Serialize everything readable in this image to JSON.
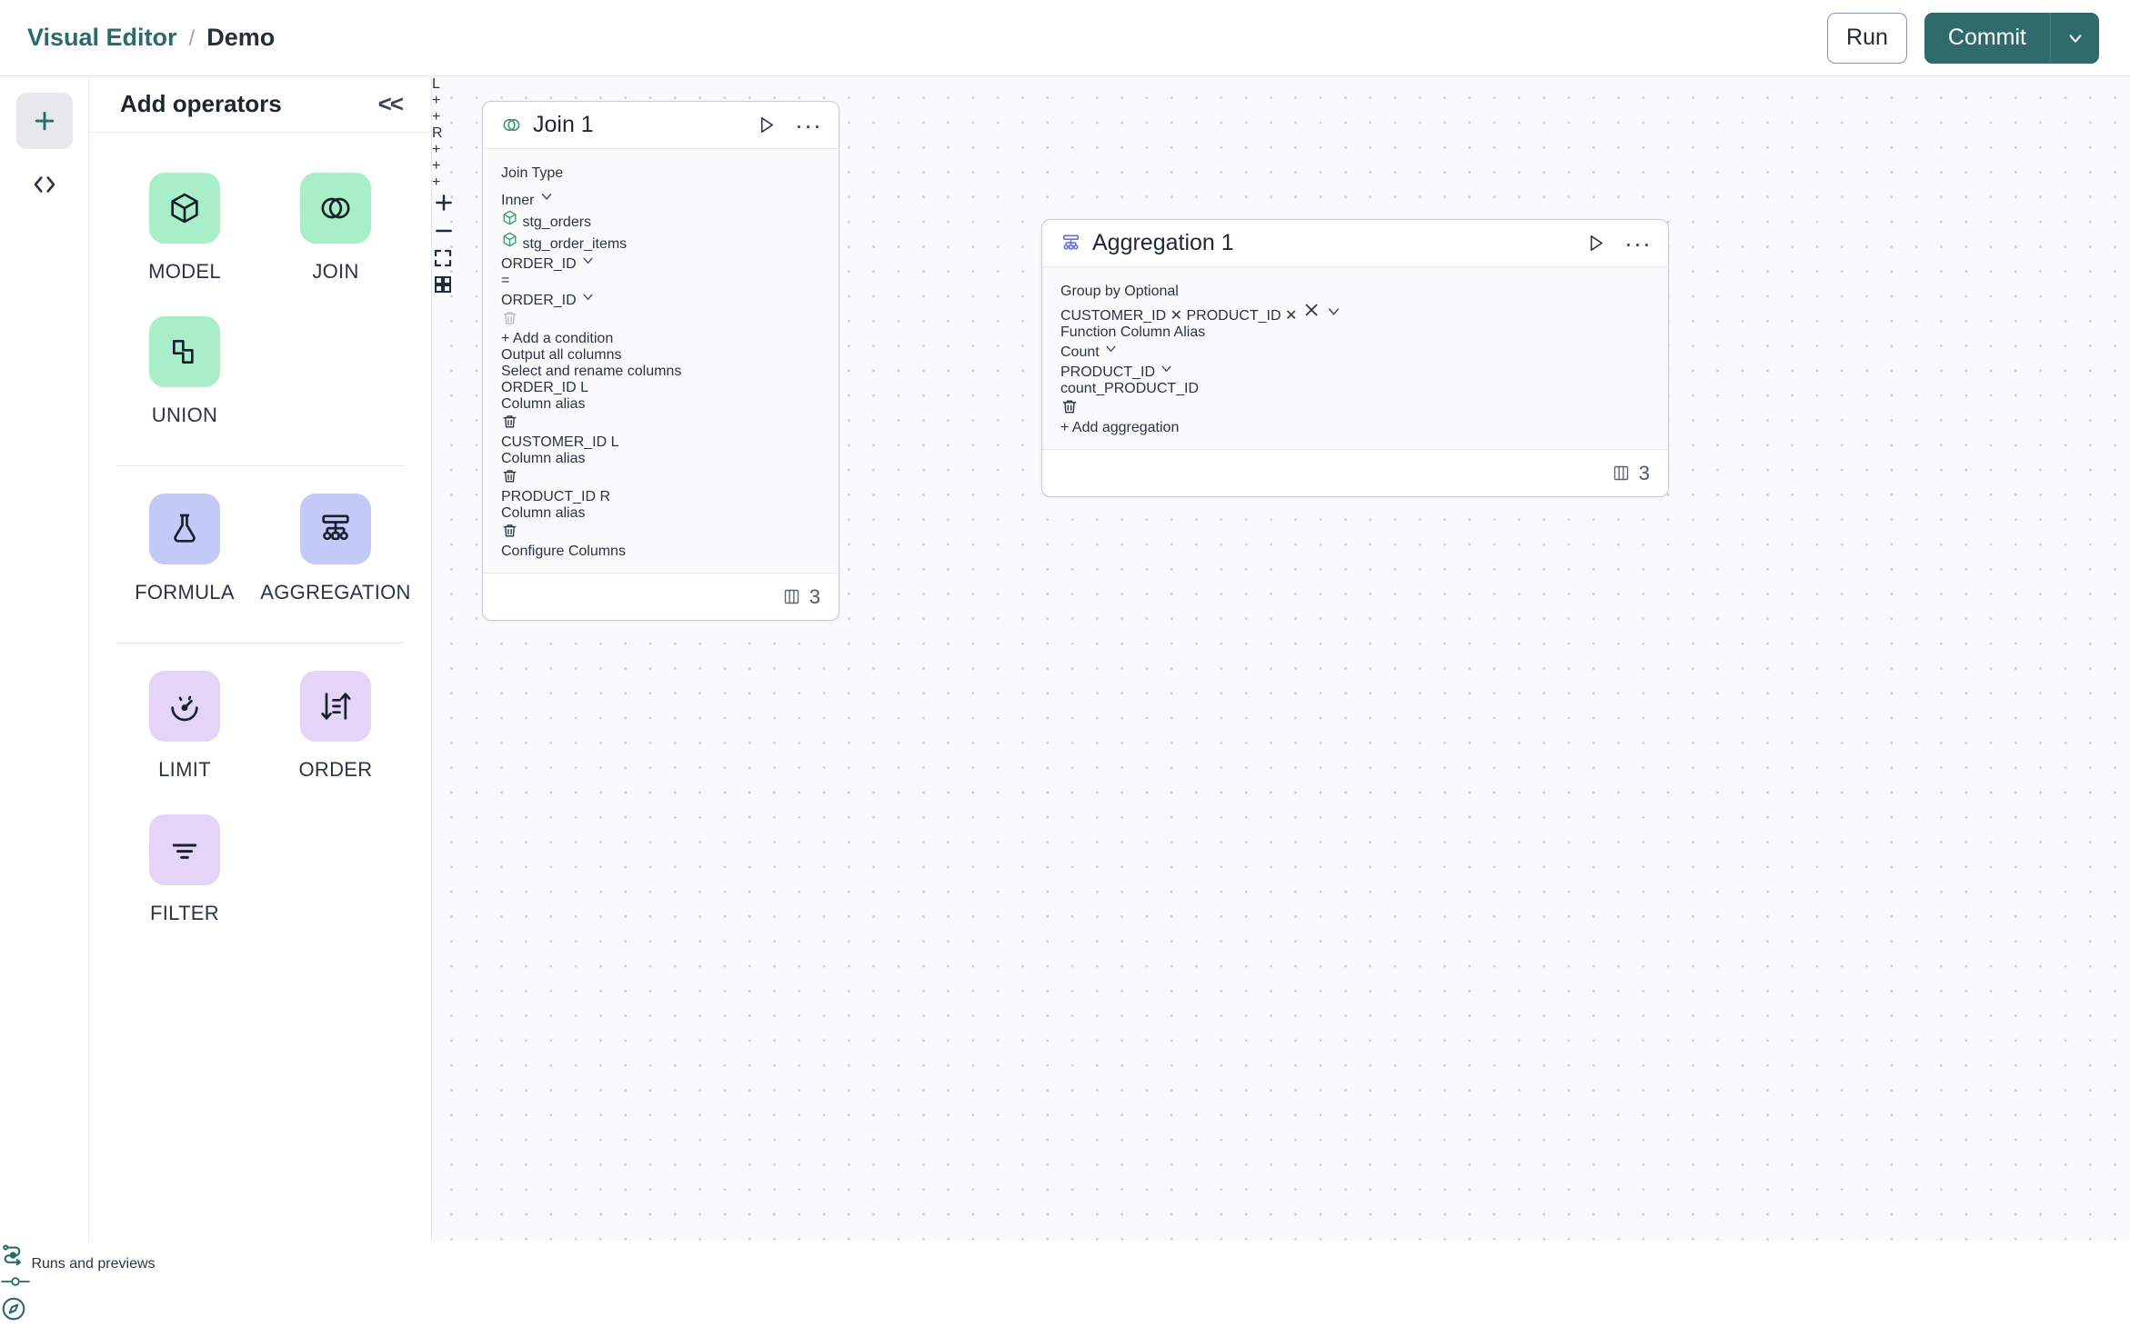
{
  "header": {
    "breadcrumb_root": "Visual Editor",
    "breadcrumb_sep": "/",
    "breadcrumb_leaf": "Demo",
    "run_label": "Run",
    "commit_label": "Commit",
    "accent_teal": "#2f6b6d"
  },
  "rail": {
    "add_icon": "plus-icon",
    "code_icon": "code-icon"
  },
  "operators_panel": {
    "title": "Add operators",
    "collapse_label": "<<",
    "groups": [
      {
        "items": [
          {
            "label": "MODEL",
            "icon": "cube-icon",
            "tone": "green"
          },
          {
            "label": "JOIN",
            "icon": "venn-icon",
            "tone": "green"
          },
          {
            "label": "UNION",
            "icon": "union-shape-icon",
            "tone": "green"
          }
        ]
      },
      {
        "items": [
          {
            "label": "FORMULA",
            "icon": "flask-icon",
            "tone": "blue"
          },
          {
            "label": "AGGREGATION",
            "icon": "aggregation-tree-icon",
            "tone": "blue"
          }
        ]
      },
      {
        "items": [
          {
            "label": "LIMIT",
            "icon": "gauge-icon",
            "tone": "violet"
          },
          {
            "label": "ORDER",
            "icon": "sort-icon",
            "tone": "violet"
          },
          {
            "label": "FILTER",
            "icon": "filter-icon",
            "tone": "violet"
          }
        ]
      }
    ]
  },
  "join_node": {
    "title": "Join 1",
    "icon": "venn-icon",
    "join_type_label": "Join Type",
    "join_type_value": "Inner",
    "left_source": "stg_orders",
    "right_source": "stg_order_items",
    "condition": {
      "left_column": "ORDER_ID",
      "operator": "=",
      "right_column": "ORDER_ID"
    },
    "add_condition_label": "Add a condition",
    "output_all_label": "Output all columns",
    "select_rename_label": "Select and rename columns",
    "selected_option": "select_rename",
    "columns": [
      {
        "name": "ORDER_ID",
        "side": "L",
        "alias_placeholder": "Column alias"
      },
      {
        "name": "CUSTOMER_ID",
        "side": "L",
        "alias_placeholder": "Column alias"
      },
      {
        "name": "PRODUCT_ID",
        "side": "R",
        "alias_placeholder": "Column alias"
      }
    ],
    "configure_columns_label": "Configure Columns",
    "column_count": "3",
    "port_left_label": "L",
    "port_right_label": "R"
  },
  "aggregation_node": {
    "title": "Aggregation 1",
    "icon": "aggregation-tree-icon",
    "group_by_label": "Group by",
    "optional_label": "Optional",
    "group_by_tags": [
      "CUSTOMER_ID",
      "PRODUCT_ID"
    ],
    "headers": {
      "function": "Function",
      "column": "Column",
      "alias": "Alias"
    },
    "aggregations": [
      {
        "function": "Count",
        "column": "PRODUCT_ID",
        "alias": "count_PRODUCT_ID"
      }
    ],
    "add_aggregation_label": "Add aggregation",
    "column_count": "3"
  },
  "canvas_controls": {
    "zoom_in": "plus-icon",
    "zoom_out": "minus-icon",
    "fit_screen": "fit-screen-icon",
    "minimap": "grid-icon"
  },
  "bottom_bar": {
    "runs_label": "Runs and previews",
    "runs_icon": "lineage-icon",
    "toggle_icon": "toggle-icon",
    "compass_icon": "compass-icon"
  }
}
